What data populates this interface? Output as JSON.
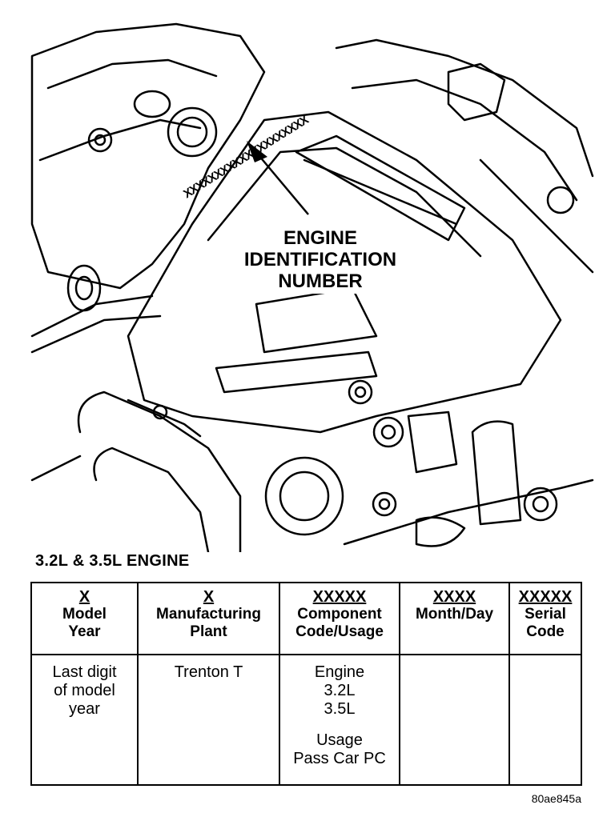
{
  "callout": {
    "lines": [
      "ENGINE",
      "IDENTIFICATION",
      "NUMBER"
    ]
  },
  "stamp_text": "XXXXXXXXXXXXXXXXXXXX",
  "engine_heading": "3.2L & 3.5L ENGINE",
  "table": {
    "columns": [
      {
        "code": "X",
        "title": [
          "Model",
          "Year"
        ],
        "body": [
          "Last digit",
          "of model",
          "year"
        ]
      },
      {
        "code": "X",
        "title": [
          "Manufacturing",
          "Plant"
        ],
        "body": [
          "Trenton T"
        ]
      },
      {
        "code": "XXXXX",
        "title": [
          "Component",
          "Code/Usage"
        ],
        "body": [
          "Engine",
          "3.2L",
          "3.5L"
        ],
        "usage": [
          "Usage",
          "Pass Car PC"
        ]
      },
      {
        "code": "XXXX",
        "title": [
          "Month/Day"
        ],
        "body": []
      },
      {
        "code": "XXXXX",
        "title": [
          "Serial",
          "Code"
        ],
        "body": []
      }
    ]
  },
  "figure_code": "80ae845a"
}
